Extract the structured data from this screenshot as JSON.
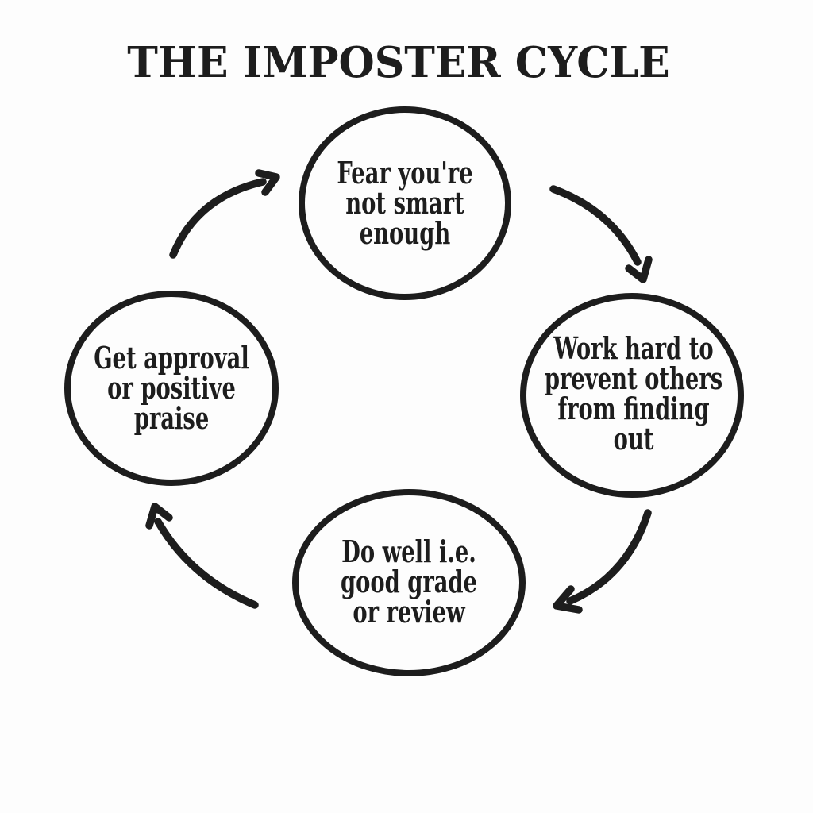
{
  "title": "THE IMPOSTER CYCLE",
  "colors": {
    "ink": "#1d1d1d",
    "background": "#fdfdfd"
  },
  "cycle": {
    "direction": "clockwise",
    "nodes": [
      {
        "id": "fear",
        "label": "Fear you're not smart enough",
        "lines": [
          "Fear you're",
          "not smart",
          "enough"
        ]
      },
      {
        "id": "work-hard",
        "label": "Work hard to prevent others from finding out",
        "lines": [
          "Work hard to",
          "prevent others",
          "from finding",
          "out"
        ]
      },
      {
        "id": "do-well",
        "label": "Do well i.e. good grade or review",
        "lines": [
          "Do well i.e.",
          "good grade",
          "or review"
        ]
      },
      {
        "id": "get-approval",
        "label": "Get approval or positive praise",
        "lines": [
          "Get approval",
          "or positive",
          "praise"
        ]
      }
    ]
  }
}
